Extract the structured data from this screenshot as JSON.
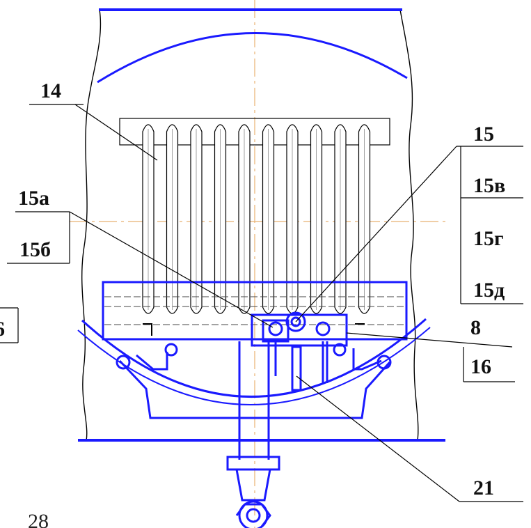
{
  "labels": {
    "l14": "14",
    "l15": "15",
    "l15v": "15в",
    "l15a": "15а",
    "l15g": "15г",
    "l15b": "15б",
    "l15d": "15д",
    "l8": "8",
    "l16": "16",
    "l6": "6",
    "l21": "21"
  },
  "page_number": "28",
  "colors": {
    "blue": "#1a1aff",
    "black": "#000000",
    "centerline": "#e8b070"
  }
}
